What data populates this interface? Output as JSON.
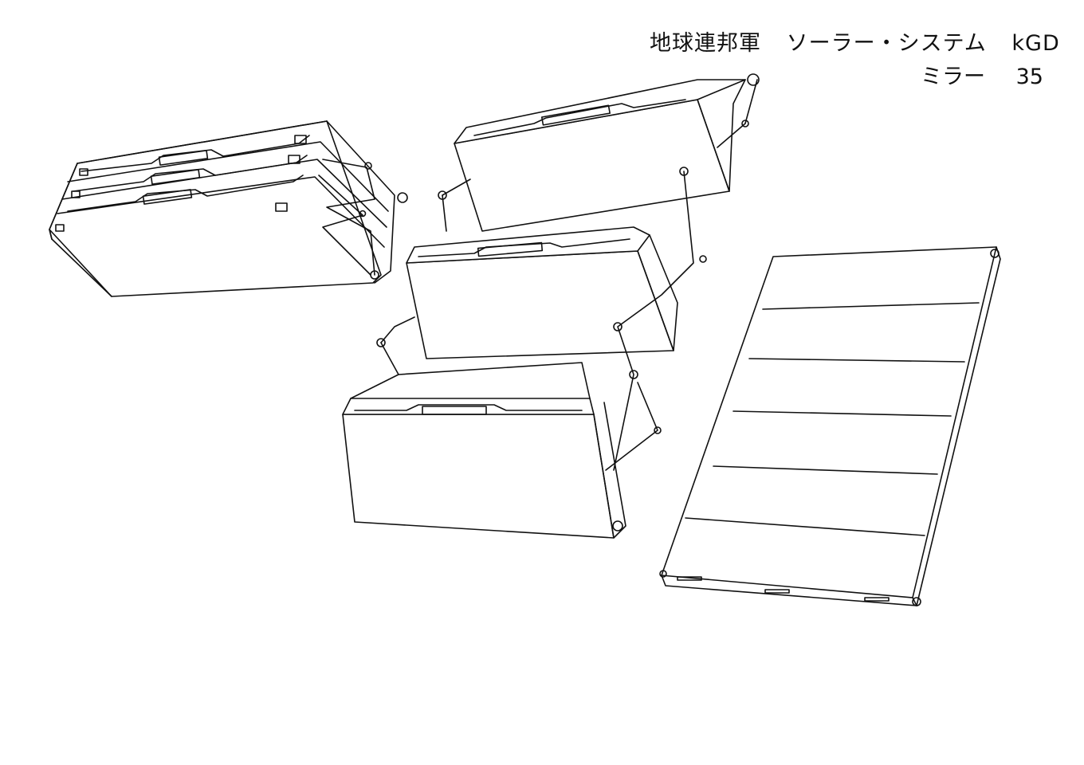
{
  "header": {
    "organization": "地球連邦軍",
    "system": "ソーラー・システム",
    "code": "kGD",
    "part": "ミラー",
    "sheet_number": "35"
  },
  "colors": {
    "ink": "#111111",
    "paper": "#ffffff"
  }
}
